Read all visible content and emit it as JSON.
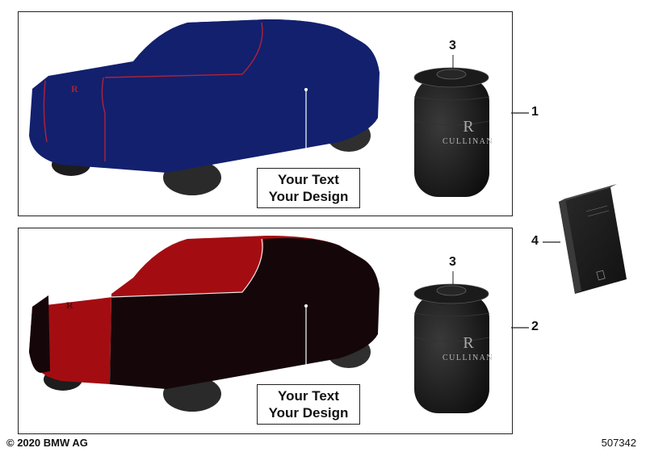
{
  "callouts": {
    "item1": "1",
    "item2": "2",
    "item3a": "3",
    "item3b": "3",
    "item4": "4"
  },
  "panel1": {
    "text_line1": "Your Text",
    "text_line2": "Your Design",
    "bag_brand": "CULLINAN",
    "car_color": "#13206e",
    "piping_color": "#b0223a"
  },
  "panel2": {
    "text_line1": "Your Text",
    "text_line2": "Your Design",
    "bag_brand": "CULLINAN",
    "car_color_top": "#a30d12",
    "car_color_body": "#150709"
  },
  "footer": {
    "copyright": "© 2020 BMW AG",
    "doc_number": "507342"
  }
}
